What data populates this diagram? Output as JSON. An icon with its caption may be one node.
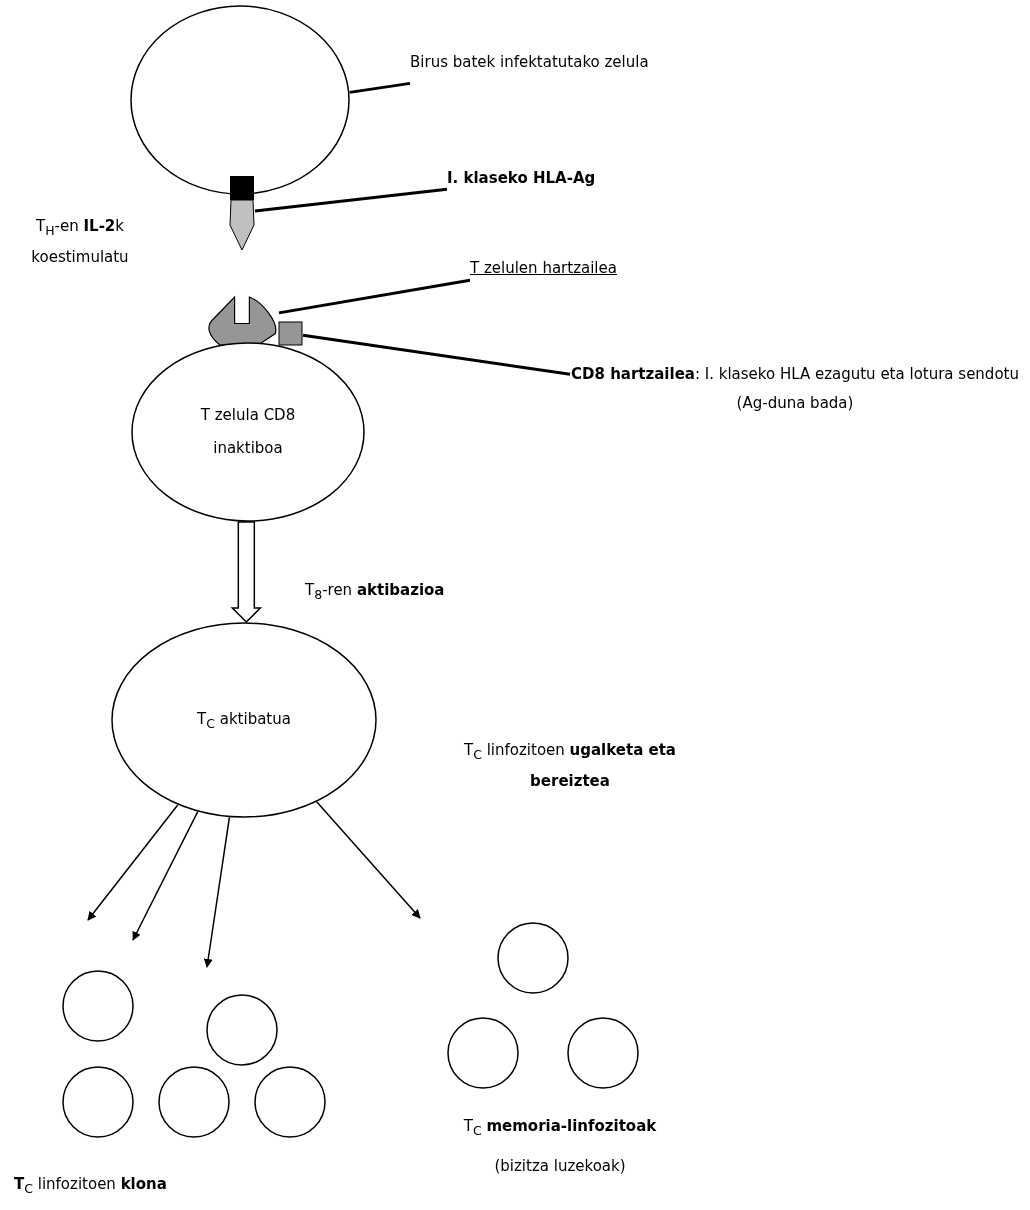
{
  "diagram": {
    "nodes": [
      {
        "text": [],
        "shape": "ellipse"
      },
      {
        "text": [
          "Birus batek infektatutako zelula"
        ]
      },
      {
        "text": [],
        "shape": "box"
      },
      {
        "text": [
          "I. klaseko HLA-Ag"
        ]
      },
      {
        "text": [],
        "shape": "cup"
      },
      {
        "text": [
          "T zelulen hartzailea"
        ]
      },
      {
        "text": [],
        "shape": "box"
      },
      {
        "text": [
          "**CD8 hartzailea**: I. klaseko HLA ezagutu eta lotura sendotu (Ag-duna bada)"
        ]
      },
      {
        "text": [
          "T zelula CD8 inaktiboa"
        ]
      },
      {
        "text": [
          "T$_{C}$ aktibatua"
        ]
      },
      {
        "text": [],
        "shape": "circle"
      },
      {
        "text": [],
        "shape": "circle"
      },
      {
        "text": [],
        "shape": "circle"
      },
      {
        "text": [],
        "shape": "circle"
      },
      {
        "text": [],
        "shape": "circle"
      },
      {
        "text": [],
        "shape": "circle"
      },
      {
        "text": [],
        "shape": "circle"
      },
      {
        "text": [],
        "shape": "circle"
      }
    ],
    "edges": [
      {
        "from": 1,
        "to": 0,
        "arrow": "none"
      },
      {
        "from": 3,
        "to": 2,
        "arrow": "none"
      },
      {
        "from": 5,
        "to": 4,
        "arrow": "none"
      },
      {
        "from": 7,
        "to": 6,
        "arrow": "none"
      },
      {
        "from": 8,
        "to": 9,
        "arrow": "to",
        "label": "T$_{8}$-ren **aktibazioa**"
      },
      {
        "from": 9,
        "to": null,
        "arrow": "to"
      },
      {
        "from": 9,
        "to": null,
        "arrow": "to"
      },
      {
        "from": 9,
        "to": null,
        "arrow": "to"
      },
      {
        "from": 9,
        "to": null,
        "arrow": "to"
      }
    ],
    "labels": [
      "T$_{H}$-en **IL-2**k koestimulatu",
      "T$_{C}$ linfozitoen **ugalketa eta bereiztea**",
      "T$_{C}$ **memoria-linfozitoak**",
      "(bizitza luzekoak)",
      "**T**$_{C}$ linfozitoen **klona**"
    ]
  }
}
